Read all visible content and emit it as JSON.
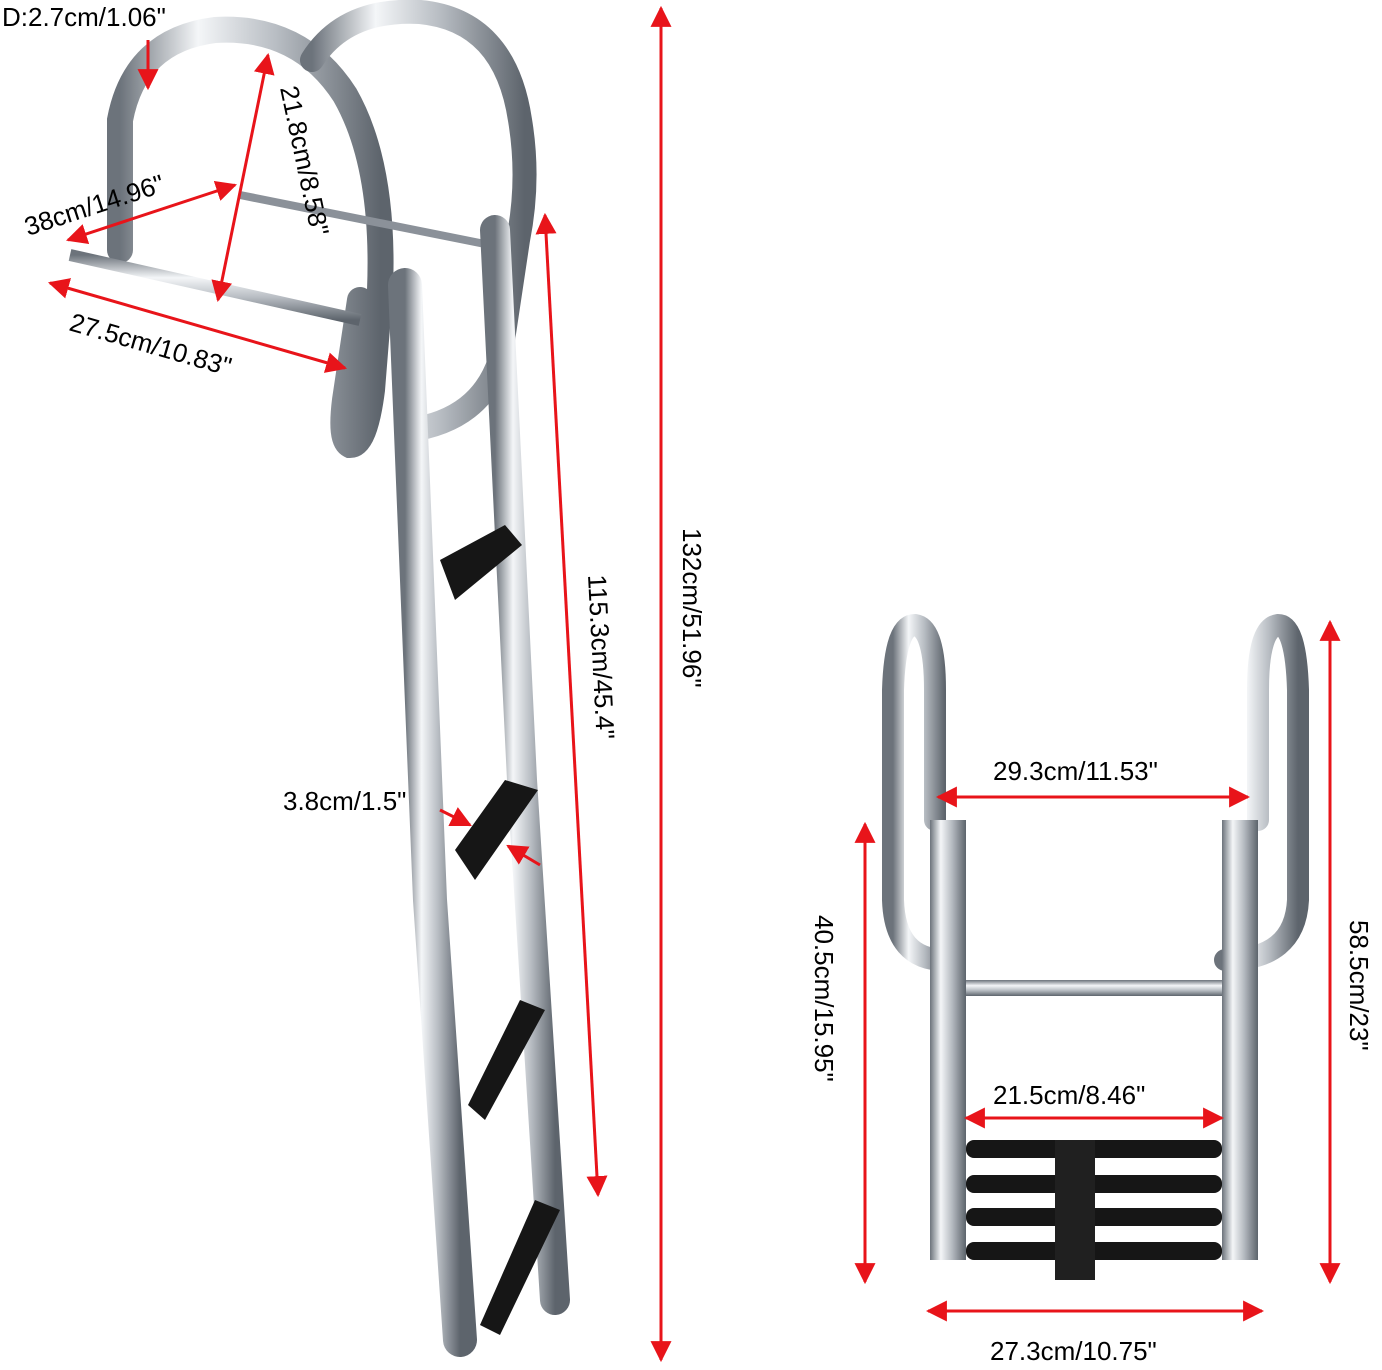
{
  "colors": {
    "dimension_line": "#e8141a",
    "steel_light": "#eef0f2",
    "steel_mid": "#b8bdc3",
    "steel_dark": "#6c737b",
    "tread": "#161616",
    "background": "#ffffff"
  },
  "left_view": {
    "tube_diameter": "D:2.7cm/1.06\"",
    "handrail_width": "38cm/14.96\"",
    "handrail_depth": "21.8cm/8.58\"",
    "mount_width": "27.5cm/10.83\"",
    "ladder_length": "115.3cm/45.4\"",
    "total_length": "132cm/51.96\"",
    "step_depth": "3.8cm/1.5\""
  },
  "right_view": {
    "handrail_inner_width": "29.3cm/11.53\"",
    "collapsed_height": "40.5cm/15.95\"",
    "total_height": "58.5cm/23\"",
    "step_width": "21.5cm/8.46\"",
    "outer_width": "27.3cm/10.75\""
  }
}
